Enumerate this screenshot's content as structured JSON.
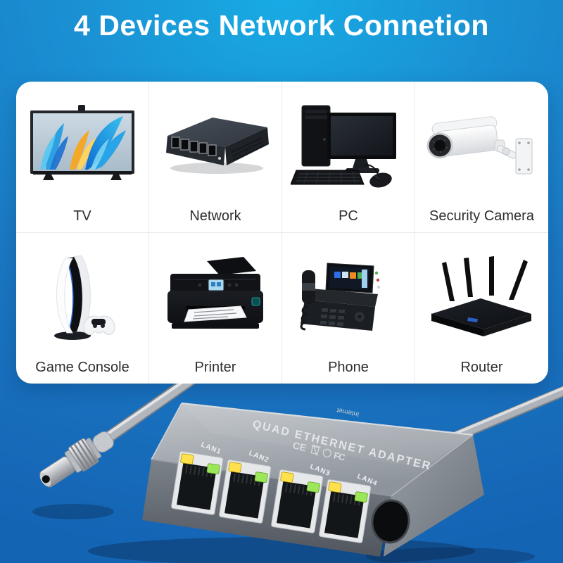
{
  "title": "4 Devices Network Connetion",
  "devices": [
    {
      "label": "TV",
      "icon": "tv-icon"
    },
    {
      "label": "Network",
      "icon": "network-switch-icon"
    },
    {
      "label": "PC",
      "icon": "desktop-pc-icon"
    },
    {
      "label": "Security Camera",
      "icon": "security-camera-icon"
    },
    {
      "label": "Game Console",
      "icon": "game-console-icon"
    },
    {
      "label": "Printer",
      "icon": "printer-icon"
    },
    {
      "label": "Phone",
      "icon": "ip-phone-icon"
    },
    {
      "label": "Router",
      "icon": "router-icon"
    }
  ],
  "adapter": {
    "product_text": "QUAD ETHERNET ADAPTER",
    "back_port_label": "Internet",
    "port_labels": [
      "LAN1",
      "LAN2",
      "LAN3",
      "LAN4"
    ],
    "cert_marks": {
      "ce": "CE",
      "fcc": "FC"
    }
  },
  "colors": {
    "background_top": "#18abe4",
    "background_bottom": "#1464b4",
    "card": "#ffffff",
    "title_text": "#ffffff",
    "label_text": "#2d2e30",
    "led_yellow": "#ffe14d",
    "led_green": "#9ce65a",
    "adapter_body": "#9aa0a7"
  }
}
